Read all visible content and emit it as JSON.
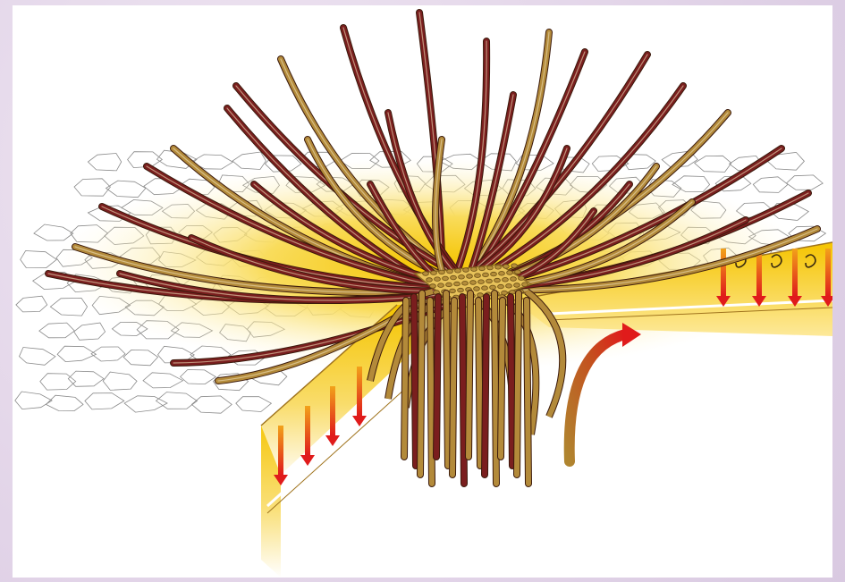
{
  "diagram": {
    "labels": [],
    "colors": {
      "frame": "#e2d4e8",
      "canvas": "#ffffff",
      "mat_yellow": "#f5c400",
      "mat_light": "#fff2b0",
      "fiber_tan": "#b38a3a",
      "fiber_dark": "#7a1e1e",
      "fiber_highlight": "#efe0b8",
      "arrow_red": "#e01b1b",
      "arrow_orange": "#f2a21a",
      "cell_outline": "#8a8a8a"
    },
    "icons": [
      "downward-flow-arrow",
      "curved-outflow-arrow",
      "spiral-flow-symbol"
    ]
  }
}
